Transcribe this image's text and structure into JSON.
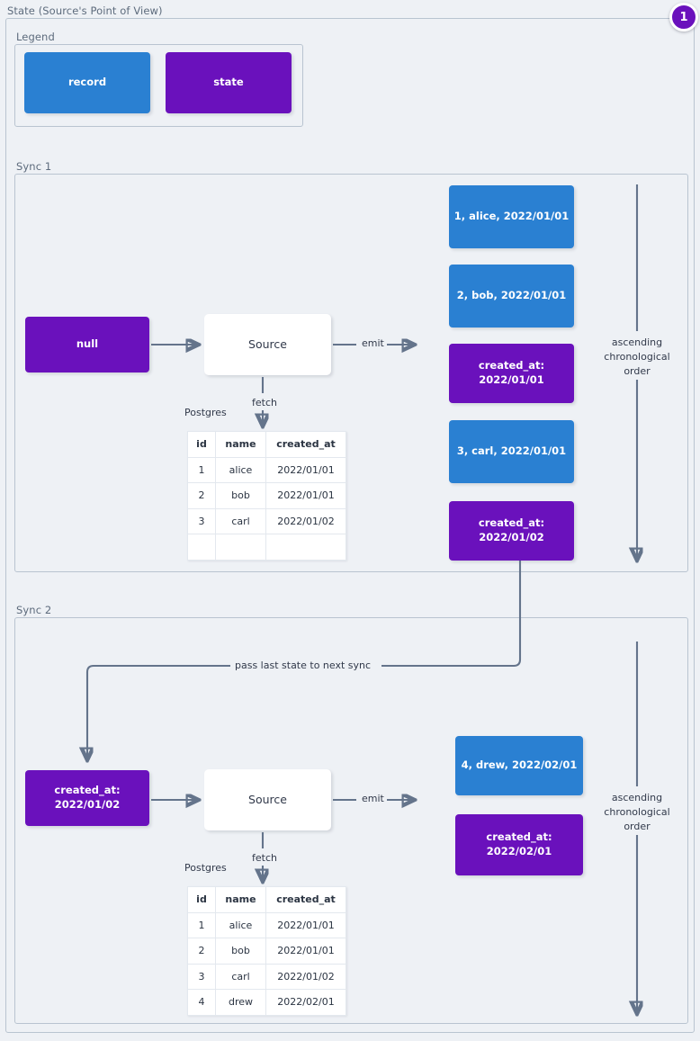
{
  "diagram": {
    "title": "State (Source's Point of View)",
    "badge": "1",
    "colors": {
      "record": "#2a80d2",
      "state": "#6a11bc",
      "background": "#eef1f5",
      "border": "#b9c4d0",
      "edge": "#64748b"
    }
  },
  "legend": {
    "title": "Legend",
    "items": [
      {
        "label": "record",
        "kind": "record"
      },
      {
        "label": "state",
        "kind": "state"
      }
    ]
  },
  "sync1": {
    "title": "Sync 1",
    "input_state": "null",
    "source_label": "Source",
    "emit_label": "emit",
    "fetch_label": "fetch",
    "db_label": "Postgres",
    "order_note": "ascending\nchronological\norder",
    "order_note_lines": [
      "ascending",
      "chronological",
      "order"
    ],
    "table": {
      "headers": [
        "id",
        "name",
        "created_at"
      ],
      "rows": [
        [
          "1",
          "alice",
          "2022/01/01"
        ],
        [
          "2",
          "bob",
          "2022/01/01"
        ],
        [
          "3",
          "carl",
          "2022/01/02"
        ],
        [
          "",
          "",
          ""
        ]
      ]
    },
    "emitted": [
      {
        "kind": "record",
        "text": "1, alice, 2022/01/01"
      },
      {
        "kind": "record",
        "text": "2, bob, 2022/01/01"
      },
      {
        "kind": "state",
        "line1": "created_at:",
        "line2": "2022/01/01"
      },
      {
        "kind": "record",
        "text": "3, carl, 2022/01/01"
      },
      {
        "kind": "state",
        "line1": "created_at:",
        "line2": "2022/01/02"
      }
    ]
  },
  "pass_state_label": "pass last state to next sync",
  "sync2": {
    "title": "Sync 2",
    "input_state_line1": "created_at:",
    "input_state_line2": "2022/01/02",
    "source_label": "Source",
    "emit_label": "emit",
    "fetch_label": "fetch",
    "db_label": "Postgres",
    "order_note_lines": [
      "ascending",
      "chronological",
      "order"
    ],
    "table": {
      "headers": [
        "id",
        "name",
        "created_at"
      ],
      "rows": [
        [
          "1",
          "alice",
          "2022/01/01"
        ],
        [
          "2",
          "bob",
          "2022/01/01"
        ],
        [
          "3",
          "carl",
          "2022/01/02"
        ],
        [
          "4",
          "drew",
          "2022/02/01"
        ]
      ]
    },
    "emitted": [
      {
        "kind": "record",
        "text": "4, drew, 2022/02/01"
      },
      {
        "kind": "state",
        "line1": "created_at:",
        "line2": "2022/02/01"
      }
    ]
  }
}
